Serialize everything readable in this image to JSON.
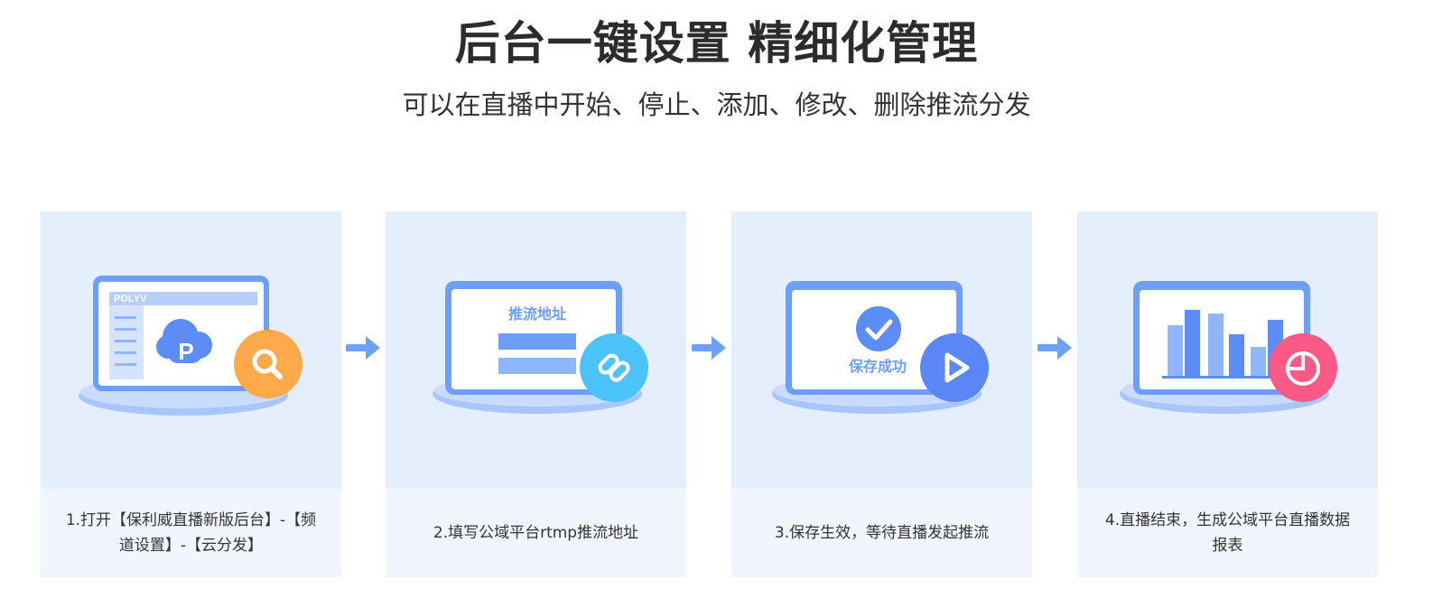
{
  "header": {
    "title": "后台一键设置 精细化管理",
    "subtitle": "可以在直播中开始、停止、添加、修改、删除推流分发"
  },
  "steps": [
    {
      "caption": "1.打开【保利威直播新版后台】-【频道设置】-【云分发】",
      "screen_logo": "POLYV",
      "badge_icon": "search-icon",
      "badge_color": "#ffa94a"
    },
    {
      "caption": "2.填写公域平台rtmp推流地址",
      "screen_label": "推流地址",
      "badge_icon": "link-icon",
      "badge_color": "#4cc4fb"
    },
    {
      "caption": "3.保存生效，等待直播发起推流",
      "screen_label": "保存成功",
      "badge_icon": "play-icon",
      "badge_color": "#5b86f5"
    },
    {
      "caption": "4.直播结束，生成公域平台直播数据报表",
      "badge_icon": "pie-chart-icon",
      "badge_color": "#fc5a86"
    }
  ],
  "colors": {
    "card_top": "#e4eefd",
    "card_bottom": "#f1f6fe",
    "laptop_blue": "#6d9ef8",
    "arrow_blue": "#6da1f7"
  }
}
